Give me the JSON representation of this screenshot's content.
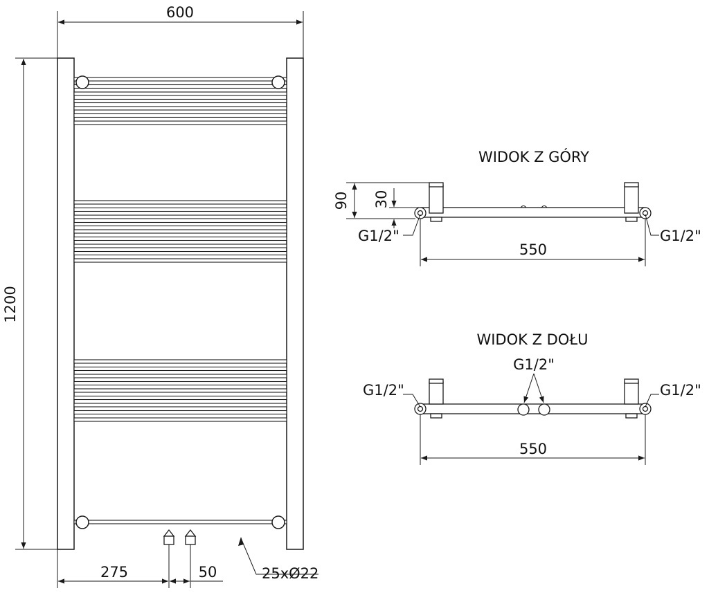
{
  "front_view": {
    "dim_width": "600",
    "dim_height": "1200",
    "dim_left_offset": "275",
    "dim_connection_spacing": "50",
    "tube_spec": "25xØ22",
    "tube_count": 25
  },
  "top_view": {
    "title": "WIDOK Z GÓRY",
    "dim_depth_total": "90",
    "dim_depth_pipe": "30",
    "thread_left": "G1/2\"",
    "thread_right": "G1/2\"",
    "dim_axis_spacing": "550"
  },
  "bottom_view": {
    "title": "WIDOK Z DOŁU",
    "thread_left": "G1/2\"",
    "thread_right": "G1/2\"",
    "thread_center": "G1/2\"",
    "dim_axis_spacing": "550"
  },
  "colors": {
    "line": "#1a1a1a",
    "fill": "#ffffff",
    "tube_fill": "#f2f2f2"
  }
}
